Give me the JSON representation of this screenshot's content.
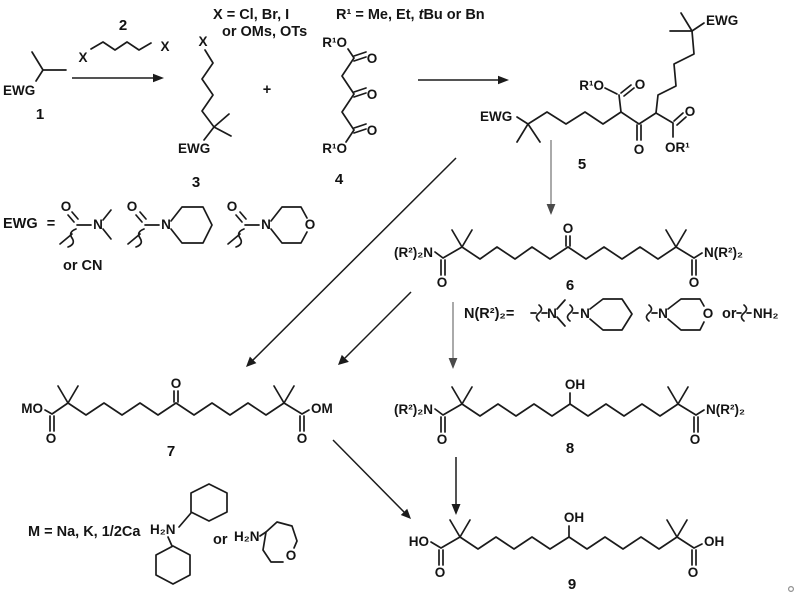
{
  "legends": {
    "x_options_line1": "X = Cl, Br, I",
    "x_options_line2": "or OMs, OTs",
    "r1_options": {
      "prefix": "R¹ = Me, Et, ",
      "italic": "t",
      "suffix": "Bu or Bn"
    },
    "ewg": {
      "label": "EWG",
      "equals": "=",
      "or_cn": "or CN",
      "dimethylamide": {
        "o": "O",
        "n": "N"
      },
      "piperidinamide": {
        "o": "O",
        "n": "N"
      },
      "morpholinamide": {
        "o": "O",
        "n": "N",
        "ring_o": "O"
      }
    },
    "nr2": {
      "label": "N(R²)₂=",
      "dimethylamino_n": "N",
      "piperidino_n": "N",
      "morpholino_n": "N",
      "morpholino_o": "O",
      "or": "or",
      "nh2": "NH₂"
    },
    "m": {
      "label": "M = Na, K, 1/2Ca",
      "dicyclohexylamine_nh2": "H₂N",
      "or": "or",
      "morpholine_nh2": "H₂N",
      "morpholine_o": "O"
    }
  },
  "compounds": {
    "plus": "+",
    "c1": {
      "number": "1",
      "ewg": "EWG"
    },
    "c2": {
      "number": "2",
      "x_left": "X",
      "x_right": "X"
    },
    "c3": {
      "number": "3",
      "x": "X",
      "ewg": "EWG"
    },
    "c4": {
      "number": "4",
      "r1o_top": "R¹O",
      "o_top": "O",
      "o_mid": "O",
      "o_bottom": "O",
      "r1o_bottom": "R¹O"
    },
    "c5": {
      "number": "5",
      "ewg_left": "EWG",
      "ewg_right": "EWG",
      "r1o": "R¹O",
      "o_ester_left": "O",
      "o_ketone": "O",
      "o_ester_right": "O",
      "or1": "OR¹"
    },
    "c6": {
      "number": "6",
      "amide_left": "(R²)₂N",
      "o_amide_left": "O",
      "o_ketone": "O",
      "o_amide_right": "O",
      "amide_right": "N(R²)₂"
    },
    "c7": {
      "number": "7",
      "mo": "MO",
      "o_left": "O",
      "o_ketone": "O",
      "o_right": "O",
      "om": "OM"
    },
    "c8": {
      "number": "8",
      "amide_left": "(R²)₂N",
      "o_amide_left": "O",
      "oh": "OH",
      "o_amide_right": "O",
      "amide_right": "N(R²)₂"
    },
    "c9": {
      "number": "9",
      "ho": "HO",
      "o_acid_left": "O",
      "oh": "OH",
      "o_acid_right": "O",
      "oh_right": "OH"
    }
  }
}
